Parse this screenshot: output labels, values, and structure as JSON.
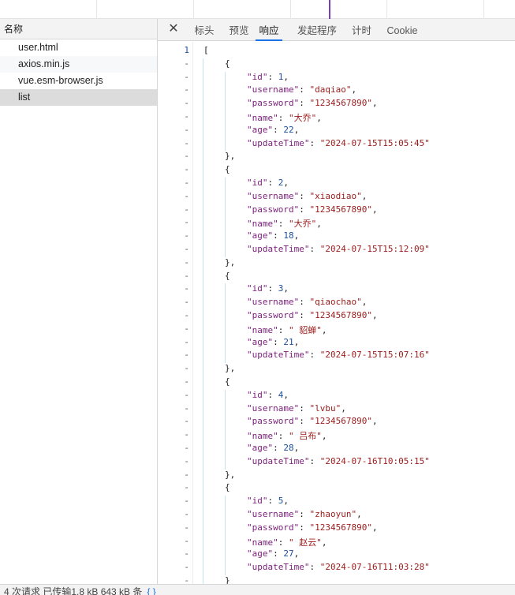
{
  "left_panel": {
    "header": "名称",
    "requests": [
      "user.html",
      "axios.min.js",
      "vue.esm-browser.js",
      "list"
    ],
    "selected_index": 3
  },
  "tabs": [
    "标头",
    "预览",
    "响应",
    "发起程序",
    "计时",
    "Cookie"
  ],
  "active_tab_index": 2,
  "close_glyph": "✕",
  "gutter": {
    "first_line_number": "1",
    "other_marker": "-"
  },
  "response_json": [
    {
      "id": 1,
      "username": "daqiao",
      "password": "1234567890",
      "name": "大乔",
      "age": 22,
      "updateTime": "2024-07-15T15:05:45"
    },
    {
      "id": 2,
      "username": "xiaodiao",
      "password": "1234567890",
      "name": "大乔",
      "age": 18,
      "updateTime": "2024-07-15T15:12:09"
    },
    {
      "id": 3,
      "username": "qiaochao",
      "password": "1234567890",
      "name": " 貂蝉",
      "age": 21,
      "updateTime": "2024-07-15T15:07:16"
    },
    {
      "id": 4,
      "username": "lvbu",
      "password": "1234567890",
      "name": " 吕布",
      "age": 28,
      "updateTime": "2024-07-16T10:05:15"
    },
    {
      "id": 5,
      "username": "zhaoyun",
      "password": "1234567890",
      "name": " 赵云",
      "age": 27,
      "updateTime": "2024-07-16T11:03:28"
    }
  ],
  "status_bar": {
    "text": "4 次请求  已传输1.8 kB  643 kB 条",
    "braces": "{ }"
  },
  "colors": {
    "accent": "#1a73e8",
    "key": "#7a1f7a",
    "string": "#9b1c1c",
    "number": "#1a4fa0",
    "timeline_marker": "#7b3fb5"
  }
}
